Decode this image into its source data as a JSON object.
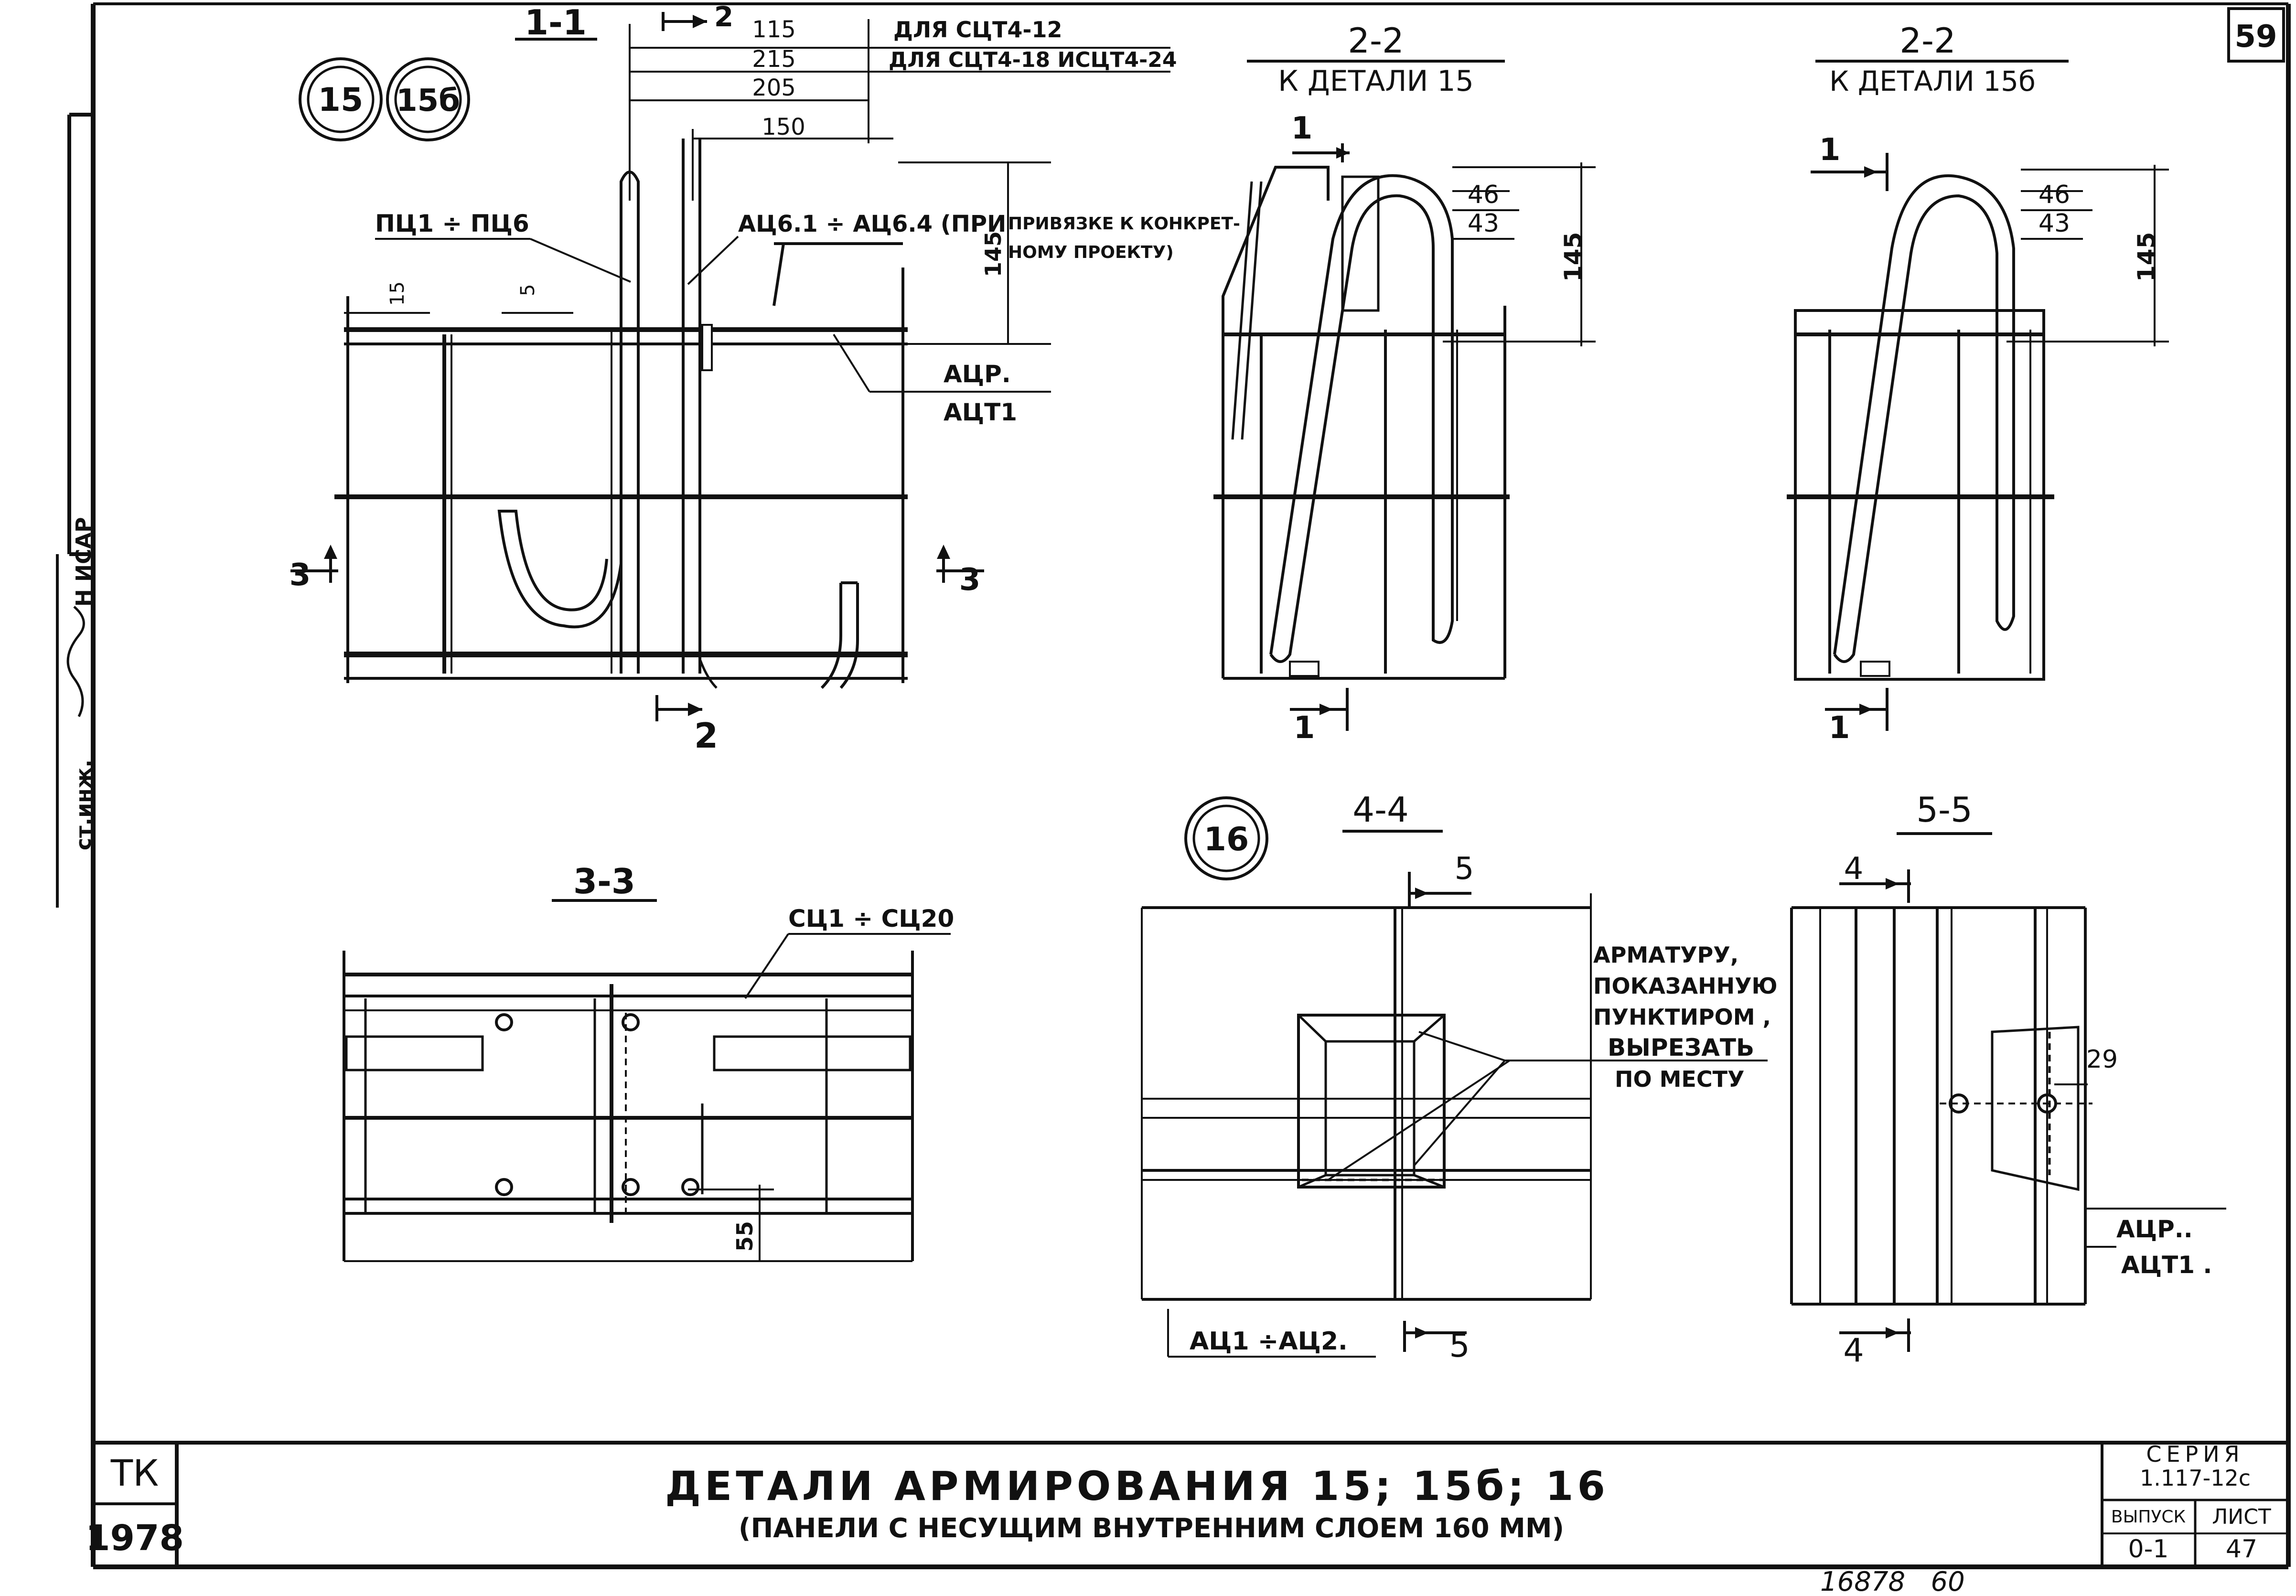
{
  "sheet_number": "59",
  "stamp": {
    "org": "ТК",
    "year": "1978"
  },
  "side_stamp": "ст.инж.",
  "side_stamp_name": "Н ИСАР",
  "title": "ДЕТАЛИ АРМИРОВАНИЯ 15; 15б; 16",
  "subtitle": "(ПАНЕЛИ С НЕСУЩИМ ВНУТРЕННИМ СЛОЕМ 160 ММ)",
  "series": {
    "label": "СЕРИЯ",
    "value": "1.117-12с"
  },
  "issue": {
    "label": "ВЫПУСК",
    "value": "0-1"
  },
  "sheet": {
    "label": "ЛИСТ",
    "value": "47"
  },
  "bottom_note": "16878   60",
  "details": {
    "d15": "15",
    "d15b": "15б",
    "d16": "16"
  },
  "section_1_1": {
    "title": "1-1",
    "cut_mark": "2",
    "dims": {
      "d115": "115",
      "d215": "215",
      "d205": "205",
      "d150": "150",
      "d145": "145",
      "d15": "15",
      "d5": "5"
    },
    "dim_notes": {
      "n115": "ДЛЯ СЦТ4-12",
      "n215": "ДЛЯ СЦТ4-18 ИСЦТ4-24"
    },
    "labels": {
      "pc": "ПЦ1 ÷ ПЦ6",
      "ac6": "АЦ6.1 ÷ АЦ6.4 (ПРИ",
      "ac6_note1": "ПРИВЯЗКЕ К КОНКРЕТ-",
      "ac6_note2": "НОМУ ПРОЕКТУ)",
      "acr": "АЦР.",
      "act": "АЦТ1"
    },
    "cut3": "3"
  },
  "section_2_2_15": {
    "title": "2-2",
    "subtitle": "К ДЕТАЛИ 15",
    "cut": "1",
    "dims": {
      "d46": "46",
      "d43": "43",
      "d145": "145"
    }
  },
  "section_2_2_15b": {
    "title": "2-2",
    "subtitle": "К ДЕТАЛИ 15б",
    "cut": "1",
    "dims": {
      "d46": "46",
      "d43": "43",
      "d145": "145"
    }
  },
  "section_3_3": {
    "title": "3-3",
    "label": "СЦ1 ÷ СЦ20",
    "dim": "55"
  },
  "section_4_4": {
    "title": "4-4",
    "cut": "5",
    "label": "АЦ1  ÷АЦ2.",
    "note": [
      "АРМАТУРУ,",
      "ПОКАЗАННУЮ",
      "ПУНКТИРОМ ,",
      "ВЫРЕЗАТЬ",
      "ПО МЕСТУ"
    ]
  },
  "section_5_5": {
    "title": "5-5",
    "cut": "4",
    "dim": "29",
    "acr": "АЦР..",
    "act": "АЦТ1 ."
  }
}
